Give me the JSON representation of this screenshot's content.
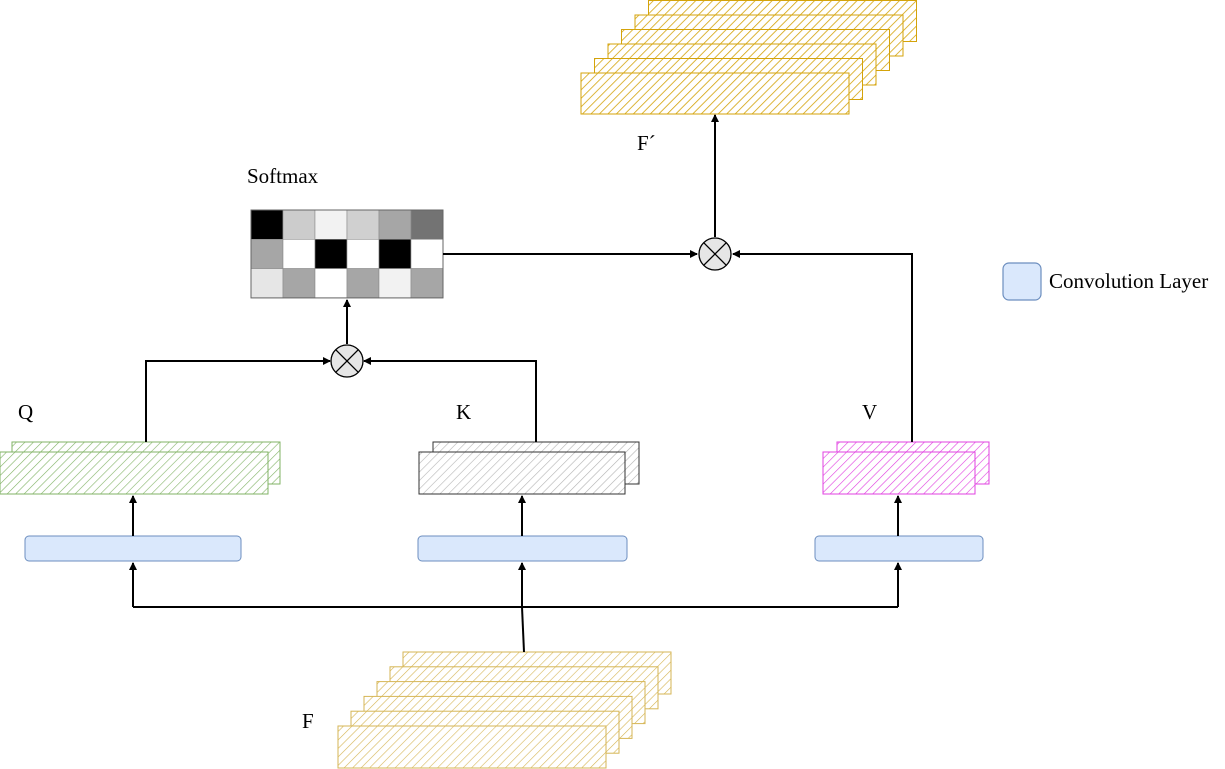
{
  "labels": {
    "q": "Q",
    "k": "K",
    "v": "V",
    "f": "F",
    "f_prime": "F´",
    "softmax": "Softmax"
  },
  "legend": {
    "label": "Convolution Layer",
    "swatch_color": "#dae8fc"
  },
  "colors": {
    "q_stripe": "#82b366",
    "k_stripe": "#b3b3b3",
    "v_stripe": "#e040e0",
    "f_stripe": "#d6b656",
    "f_prime_stripe": "#d4a30a",
    "conv_fill": "#dae8fc",
    "conv_stroke": "#6c8ebf"
  },
  "softmax_grid": {
    "rows": 3,
    "cols": 6,
    "cells": [
      [
        "#000000",
        "#cccccc",
        "#f2f2f2",
        "#d0d0d0",
        "#a6a6a6",
        "#737373"
      ],
      [
        "#a6a6a6",
        "#ffffff",
        "#000000",
        "#ffffff",
        "#000000",
        "#ffffff"
      ],
      [
        "#e6e6e6",
        "#a6a6a6",
        "#ffffff",
        "#a6a6a6",
        "#f2f2f2",
        "#a6a6a6"
      ]
    ]
  },
  "operators": {
    "multiply_symbol": "⊗"
  }
}
